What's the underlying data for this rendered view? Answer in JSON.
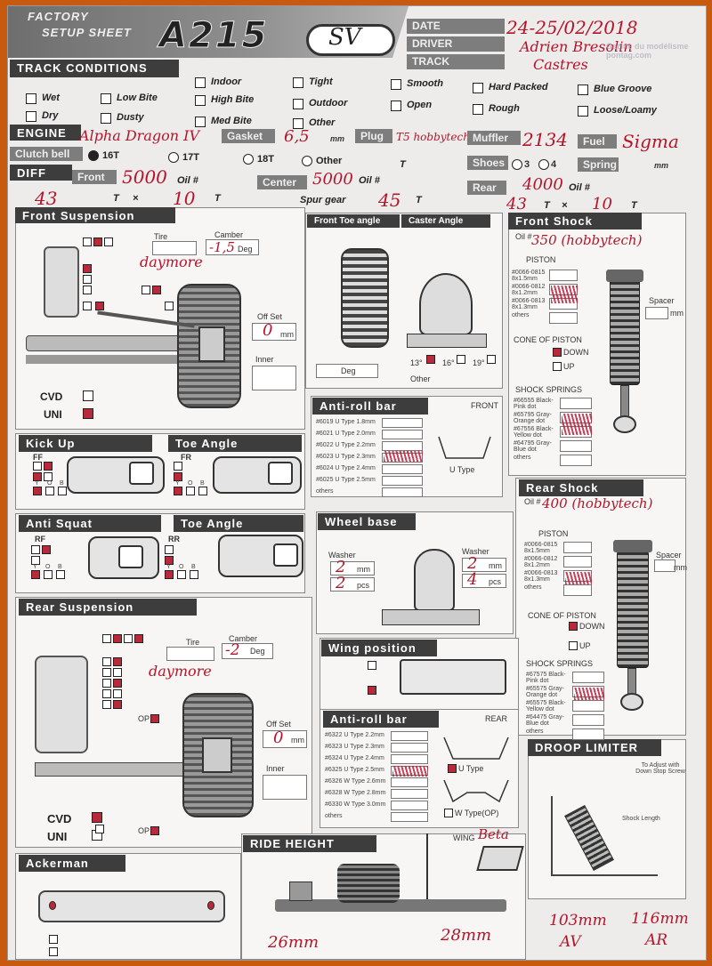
{
  "header": {
    "factory": "FACTORY",
    "setup": "SETUP SHEET",
    "model": "A215",
    "variant": "SV",
    "date_label": "DATE",
    "driver_label": "DRIVER",
    "track_label": "TRACK",
    "date": "24-25/02/2018",
    "driver": "Adrien Bresolin",
    "track": "Castres"
  },
  "track_conditions": {
    "title": "TRACK CONDITIONS",
    "options": [
      "Indoor",
      "Tight",
      "Smooth",
      "Hard Packed",
      "Blue Groove",
      "Wet",
      "Low Bite",
      "High Bite",
      "Outdoor",
      "Open",
      "Rough",
      "Dry",
      "Dusty",
      "Med Bite",
      "Other",
      "Loose/Loamy"
    ]
  },
  "engine": {
    "title": "ENGINE",
    "engine_value": "Alpha Dragon IV",
    "gasket_label": "Gasket",
    "gasket_value": "6,5",
    "gasket_unit": "mm",
    "plug_label": "Plug",
    "plug_value": "T5 hobbytech",
    "muffler_label": "Muffler",
    "muffler_value": "2134",
    "fuel_label": "Fuel",
    "fuel_value": "Sigma",
    "clutch_label": "Clutch bell",
    "clutch_opts": [
      "16T",
      "17T",
      "18T",
      "Other"
    ],
    "t": "T",
    "shoes_label": "Shoes",
    "shoes_opts": [
      "3",
      "4"
    ],
    "spring_label": "Spring",
    "spring_unit": "mm"
  },
  "diff": {
    "title": "DIFF",
    "front_label": "Front",
    "front_oil": "5000",
    "oil_label": "Oil #",
    "front_t1": "43",
    "front_t2": "10",
    "center_label": "Center",
    "center_oil": "5000",
    "spur_label": "Spur gear",
    "spur_value": "45",
    "rear_label": "Rear",
    "rear_oil": "4000",
    "rear_t1": "43",
    "rear_t2": "10",
    "x": "×",
    "t": "T"
  },
  "front_susp": {
    "title": "Front Suspension",
    "tire_label": "Tire",
    "tire_value": "daymore",
    "camber_label": "Camber",
    "camber_value": "-1,5",
    "deg": "Deg",
    "offset_label": "Off Set",
    "offset_value": "0",
    "mm": "mm",
    "inner_label": "Inner",
    "cvd": "CVD",
    "uni": "UNI"
  },
  "toe_caster": {
    "front_toe": "Front Toe angle",
    "caster": "Caster Angle",
    "deg": "Deg",
    "angles": [
      "13°",
      "16°",
      "19°"
    ],
    "other": "Other"
  },
  "front_shock": {
    "title": "Front Shock",
    "oil_label": "Oil #",
    "oil_value": "350 (hobbytech)",
    "piston": "PISTON",
    "pistons": [
      "#0066-0815 8x1.5mm",
      "#0066-0812 8x1.2mm",
      "#0066-0813 8x1.3mm",
      "others"
    ],
    "spacer": "Spacer",
    "mm": "mm",
    "cone": "CONE OF PISTON",
    "down": "DOWN",
    "up": "UP",
    "springs_title": "SHOCK SPRINGS",
    "springs": [
      "#66555 Black-Pink dot",
      "#65795 Gray-Orange dot",
      "#67556 Black-Yellow dot",
      "#64795 Gray-Blue dot",
      "others"
    ]
  },
  "front_arb": {
    "title": "Anti-roll bar",
    "pos": "FRONT",
    "items": [
      "#6019 U Type 1.8mm",
      "#6021 U Type 2.0mm",
      "#6022 U Type 2.2mm",
      "#6023 U Type 2.3mm",
      "#6024 U Type 2.4mm",
      "#6025 U Type 2.5mm",
      "others"
    ],
    "utype": "U Type"
  },
  "kick_up": {
    "title": "Kick Up",
    "ff": "FF",
    "letters": [
      "Y",
      "O",
      "B"
    ]
  },
  "toe_angle_front": {
    "title": "Toe Angle",
    "fr": "FR",
    "letters": [
      "Y",
      "O",
      "B"
    ]
  },
  "anti_squat": {
    "title": "Anti Squat",
    "rf": "RF",
    "letters": [
      "Y",
      "O",
      "B"
    ]
  },
  "toe_angle_rear": {
    "title": "Toe Angle",
    "rr": "RR",
    "letters": [
      "Y",
      "O",
      "B"
    ]
  },
  "wheel_base": {
    "title": "Wheel base",
    "washer": "Washer",
    "mm": "mm",
    "pcs": "pcs",
    "left_mm": "2",
    "left_pcs": "2",
    "right_mm": "2",
    "right_pcs": "4"
  },
  "rear_shock": {
    "title": "Rear Shock",
    "oil_label": "Oil #",
    "oil_value": "400 (hobbytech)",
    "piston": "PISTON",
    "pistons": [
      "#0066-0815 8x1.5mm",
      "#0066-0812 8x1.2mm",
      "#0066-0813 8x1.3mm",
      "others"
    ],
    "spacer": "Spacer",
    "mm": "mm",
    "cone": "CONE OF PISTON",
    "down": "DOWN",
    "up": "UP",
    "springs_title": "SHOCK SPRINGS",
    "springs": [
      "#67575 Black-Pink dot",
      "#65575 Gray-Orange dot",
      "#65575 Black-Yellow dot",
      "#64475 Gray-Blue dot",
      "others"
    ]
  },
  "rear_susp": {
    "title": "Rear Suspension",
    "tire_label": "Tire",
    "tire_value": "daymore",
    "camber_label": "Camber",
    "camber_value": "-2",
    "deg": "Deg",
    "offset_label": "Off Set",
    "offset_value": "0",
    "mm": "mm",
    "inner_label": "Inner",
    "cvd": "CVD",
    "uni": "UNI",
    "op": "OP"
  },
  "wing": {
    "title": "Wing position"
  },
  "rear_arb": {
    "title": "Anti-roll bar",
    "pos": "REAR",
    "items": [
      "#6322 U Type 2.2mm",
      "#6323 U Type 2.3mm",
      "#6324 U Type 2.4mm",
      "#6325 U Type 2.5mm",
      "#6326 W Type 2.6mm",
      "#6328 W Type 2.8mm",
      "#6330 W Type 3.0mm",
      "others"
    ],
    "utype": "U Type",
    "wtype": "W Type(OP)"
  },
  "droop": {
    "title": "DROOP LIMITER",
    "note": "To Adjust with Down Stop Screw",
    "shock_length": "Shock Length",
    "front_value": "103mm",
    "front_tag": "AV",
    "rear_value": "116mm",
    "rear_tag": "AR"
  },
  "ackerman": {
    "title": "Ackerman"
  },
  "ride_height": {
    "title": "RIDE HEIGHT",
    "wing_label": "WING",
    "wing_value": "Beta",
    "front_value": "26mm",
    "rear_value": "28mm"
  },
  "watermark": "Gazine du modélisme pontag.com"
}
